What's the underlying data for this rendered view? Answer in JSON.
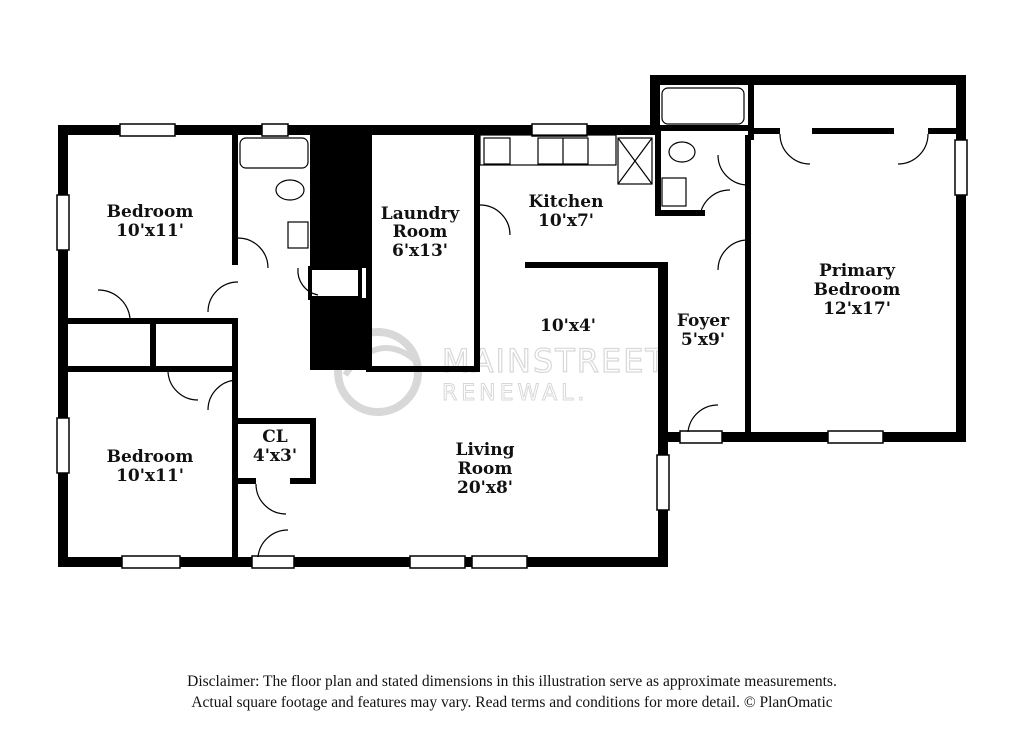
{
  "rooms": {
    "bedroom_top": {
      "name": "Bedroom",
      "dims": "10'x11'"
    },
    "bedroom_bottom": {
      "name": "Bedroom",
      "dims": "10'x11'"
    },
    "laundry": {
      "line1": "Laundry",
      "line2": "Room",
      "dims": "6'x13'"
    },
    "kitchen": {
      "name": "Kitchen",
      "dims": "10'x7'"
    },
    "nook": {
      "dims": "10'x4'"
    },
    "foyer": {
      "name": "Foyer",
      "dims": "5'x9'"
    },
    "primary": {
      "line1": "Primary",
      "line2": "Bedroom",
      "dims": "12'x17'"
    },
    "closet": {
      "name": "CL",
      "dims": "4'x3'"
    },
    "living": {
      "line1": "Living",
      "line2": "Room",
      "dims": "20'x8'"
    }
  },
  "watermark": {
    "line1": "MAINSTREET",
    "line2": "RENEWAL."
  },
  "disclaimer": {
    "line1": "Disclaimer: The floor plan and stated dimensions in this illustration serve as approximate measurements.",
    "line2": "Actual square footage and features may vary. Read terms and conditions for more detail. © PlanOmatic"
  },
  "colors": {
    "wall": "#000000",
    "background": "#ffffff",
    "watermark": "#d8d8d8"
  }
}
